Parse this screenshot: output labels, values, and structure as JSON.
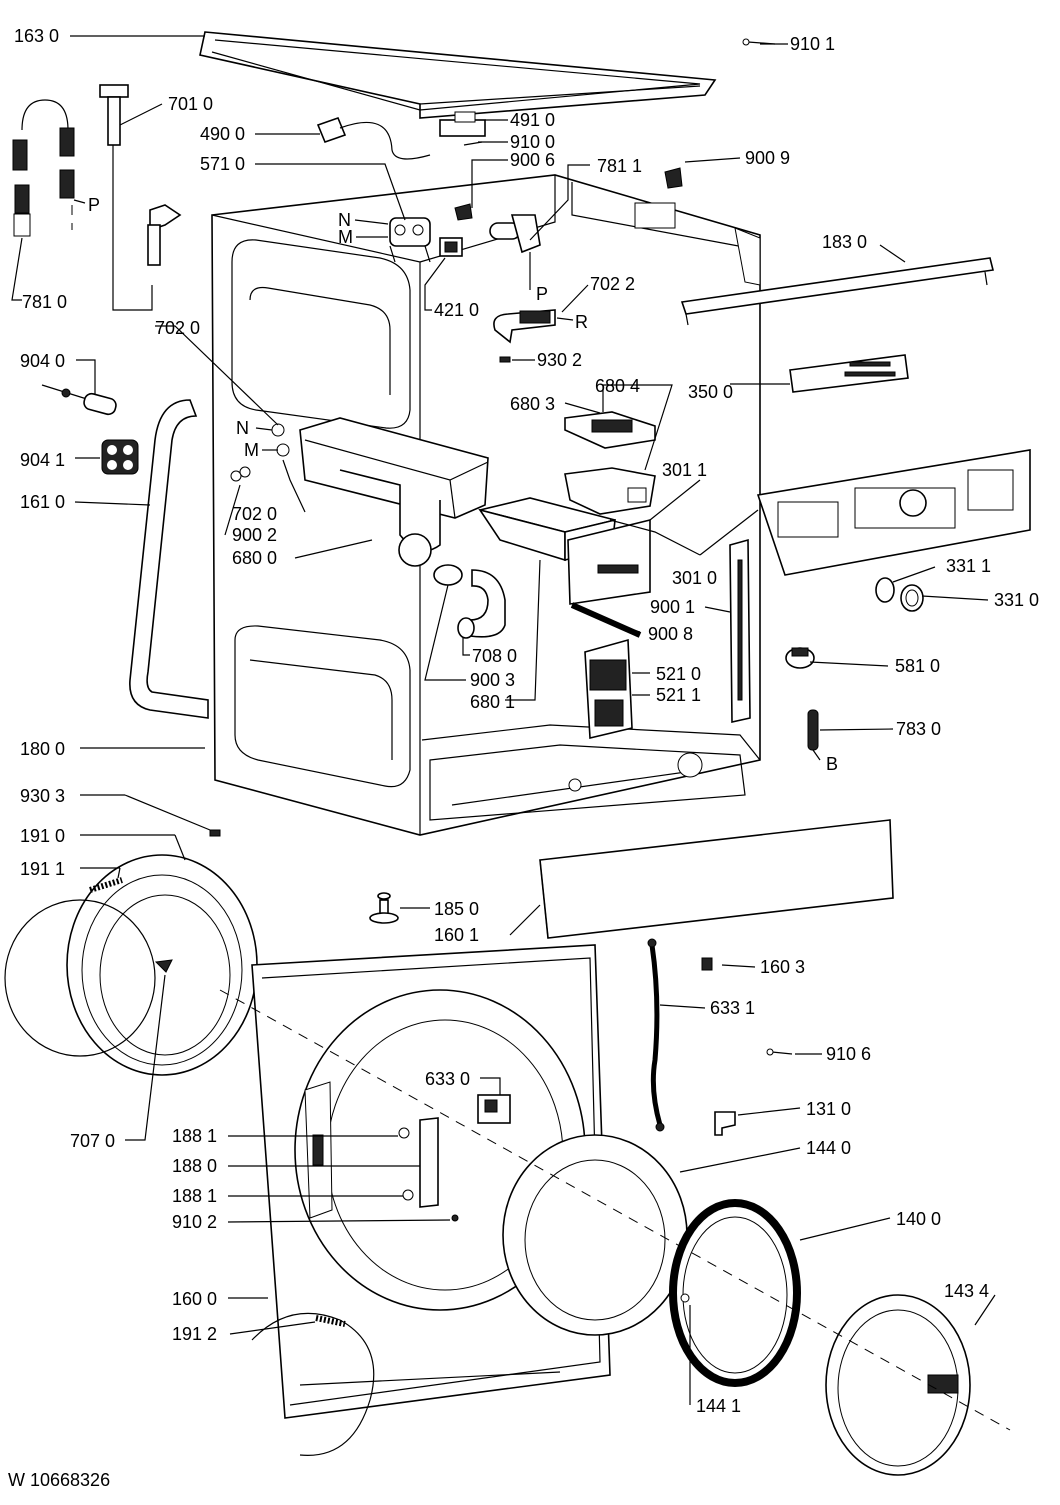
{
  "document_code": "W 10668326",
  "labels": {
    "l1630": "163 0",
    "l9101": "910 1",
    "l7010": "701 0",
    "l4900": "490 0",
    "l4910": "491 0",
    "l9100": "910 0",
    "l5710": "571 0",
    "l9006": "900 6",
    "l7811": "781 1",
    "l9009": "900 9",
    "lP1": "P",
    "lN1": "N",
    "lM1": "M",
    "lP2": "P",
    "l7810": "781 0",
    "l4210": "421 0",
    "l7022": "702 2",
    "l1830": "183 0",
    "lR": "R",
    "l7020": "702 0",
    "l9302": "930 2",
    "l9040": "904 0",
    "l6804": "680 4",
    "l3500": "350 0",
    "l6803": "680 3",
    "lN2": "N",
    "lM2": "M",
    "l9041": "904 1",
    "l3011": "301 1",
    "l1610": "161 0",
    "l7020b": "702 0",
    "l9002": "900 2",
    "l6800": "680 0",
    "l3010": "301 0",
    "l3311": "331 1",
    "l3310": "331 0",
    "l9001": "900 1",
    "l9008": "900 8",
    "l7080": "708 0",
    "l5210": "521 0",
    "l5811": "581 0",
    "l9003": "900 3",
    "l5211": "521 1",
    "l6801": "680 1",
    "l7830": "783 0",
    "lB": "B",
    "l1800": "180 0",
    "l9303": "930 3",
    "l1910": "191 0",
    "l1911": "191 1",
    "l1850": "185 0",
    "l1601": "160 1",
    "l1603": "160 3",
    "l6331": "633 1",
    "l9106": "910 6",
    "l6330": "633 0",
    "l1310": "131 0",
    "l7070": "707 0",
    "l1881a": "188 1",
    "l1440": "144 0",
    "l1880": "188 0",
    "l1881b": "188 1",
    "l9102": "910 2",
    "l1400": "140 0",
    "l1600": "160 0",
    "l1434": "143 4",
    "l1912": "191 2",
    "l1441": "144 1"
  }
}
